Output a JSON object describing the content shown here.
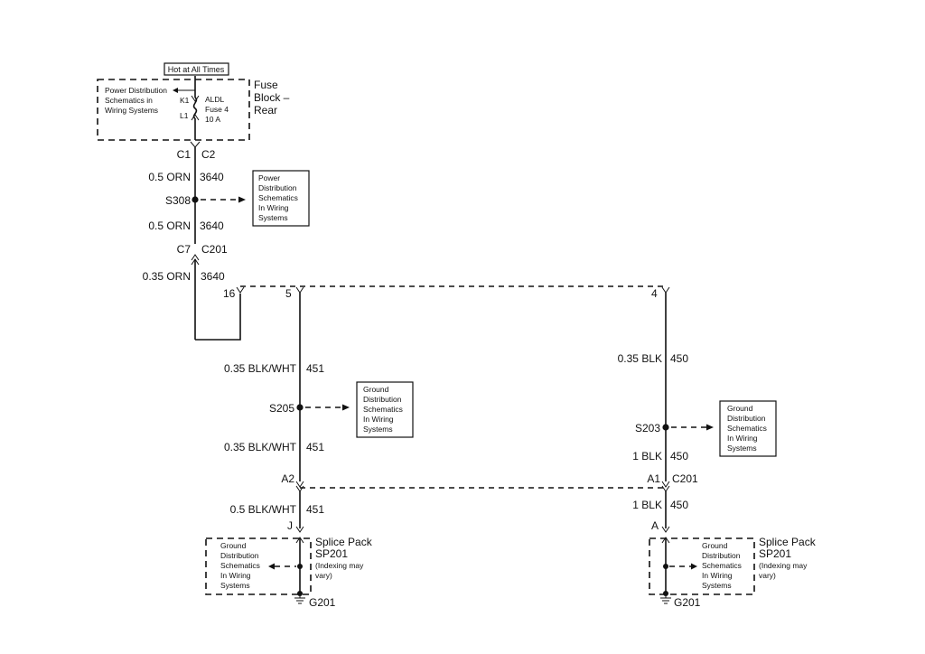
{
  "hot_label": "Hot at All Times",
  "fuse_block": {
    "title_lines": [
      "Fuse",
      "Block –",
      "Rear"
    ],
    "ref_lines": [
      "Power Distribution",
      "Schematics in",
      "Wiring Systems"
    ],
    "k1": "K1",
    "l1": "L1",
    "fuse_lines": [
      "ALDL",
      "Fuse 4",
      "10 A"
    ]
  },
  "left_branch": {
    "c1": "C1",
    "c2": "C2",
    "wire_a": "0.5 ORN",
    "circuit_a": "3640",
    "splice": "S308",
    "ref_lines": [
      "Power",
      "Distribution",
      "Schematics",
      "In Wiring",
      "Systems"
    ],
    "wire_b": "0.5 ORN",
    "circuit_b": "3640",
    "c7": "C7",
    "c201": "C201",
    "wire_c": "0.35 ORN",
    "circuit_c": "3640"
  },
  "bus": {
    "pin_16": "16",
    "pin_5": "5",
    "pin_4": "4"
  },
  "mid_branch": {
    "wire_a": "0.35 BLK/WHT",
    "circuit_a": "451",
    "splice": "S205",
    "ref_lines": [
      "Ground",
      "Distribution",
      "Schematics",
      "In Wiring",
      "Systems"
    ],
    "wire_b": "0.35 BLK/WHT",
    "circuit_b": "451",
    "connector": "A2",
    "wire_c": "0.5 BLK/WHT",
    "circuit_c": "451",
    "pin": "J"
  },
  "right_branch": {
    "wire_a": "0.35 BLK",
    "circuit_a": "450",
    "splice": "S203",
    "ref_lines": [
      "Ground",
      "Distribution",
      "Schematics",
      "In Wiring",
      "Systems"
    ],
    "wire_b": "1 BLK",
    "circuit_b": "450",
    "connector": "A1",
    "c201": "C201",
    "wire_c": "1 BLK",
    "circuit_c": "450",
    "pin": "A"
  },
  "splice_pack_left": {
    "title_lines": [
      "Splice Pack",
      "SP201"
    ],
    "note_lines": [
      "(Indexing may",
      "vary)"
    ],
    "ref_lines": [
      "Ground",
      "Distribution",
      "Schematics",
      "In Wiring",
      "Systems"
    ],
    "ground": "G201"
  },
  "splice_pack_right": {
    "title_lines": [
      "Splice Pack",
      "SP201"
    ],
    "note_lines": [
      "(Indexing may",
      "vary)"
    ],
    "ref_lines": [
      "Ground",
      "Distribution",
      "Schematics",
      "In Wiring",
      "Systems"
    ],
    "ground": "G201"
  }
}
